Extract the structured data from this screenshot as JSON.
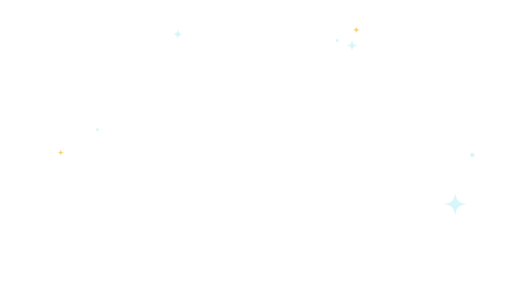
{
  "background_color": "#ffffff",
  "colors": {
    "cyan": "#d6f6fa",
    "yellow": "#f3d36b"
  },
  "sparkles": [
    {
      "id": "s1",
      "color": "cyan",
      "icon": "four-point-star-icon"
    },
    {
      "id": "s2",
      "color": "yellow",
      "icon": "four-point-star-icon"
    },
    {
      "id": "s3",
      "color": "cyan",
      "icon": "four-point-star-icon"
    },
    {
      "id": "s4",
      "color": "cyan",
      "icon": "dot-icon"
    },
    {
      "id": "s5",
      "color": "cyan",
      "icon": "four-point-star-icon"
    },
    {
      "id": "s6",
      "color": "yellow",
      "icon": "four-point-star-icon"
    },
    {
      "id": "s7",
      "color": "cyan",
      "icon": "dot-icon"
    },
    {
      "id": "s8",
      "color": "cyan",
      "icon": "four-point-star-icon"
    }
  ]
}
